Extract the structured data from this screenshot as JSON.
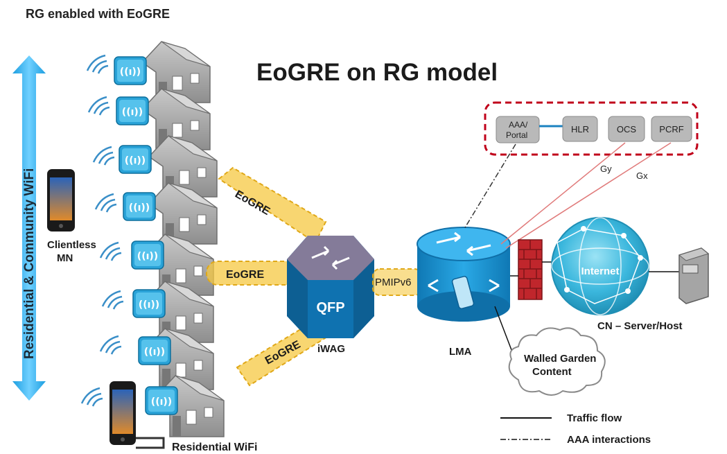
{
  "header": {
    "subtitle": "RG enabled with EoGRE"
  },
  "diagram": {
    "title": "EoGRE on RG model",
    "side_label": "Residential & Community WiFi",
    "tunnels": [
      "EoGRE",
      "EoGRE",
      "EoGRE"
    ],
    "pmip_label": "PMIPv6",
    "iwag_label": "iWAG",
    "qfp_label": "QFP",
    "lma_label": "LMA",
    "clientless_label": [
      "Clientless",
      "MN"
    ],
    "residential_wifi_label": "Residential WiFi",
    "internet_label": "Internet",
    "cn_label": "CN – Server/Host",
    "walled_garden_label": [
      "Walled Garden",
      "Content"
    ],
    "core_boxes": {
      "aaa": [
        "AAA/",
        "Portal"
      ],
      "hlr": "HLR",
      "ocs": "OCS",
      "pcrf": "PCRF"
    },
    "gy_label": "Gy",
    "gx_label": "Gx",
    "legend": {
      "traffic_flow": "Traffic flow",
      "aaa_interactions": "AAA interactions"
    }
  },
  "colors": {
    "arrow_blue": "#3fb6ef",
    "router_blue": "#1a8fc9",
    "tunnel_yellow": "#f5c842",
    "core_border": "#c0001a",
    "firewall_red": "#c0262c",
    "house_gray": "#9a9a9a",
    "ap_blue": "#2aa3d8"
  }
}
